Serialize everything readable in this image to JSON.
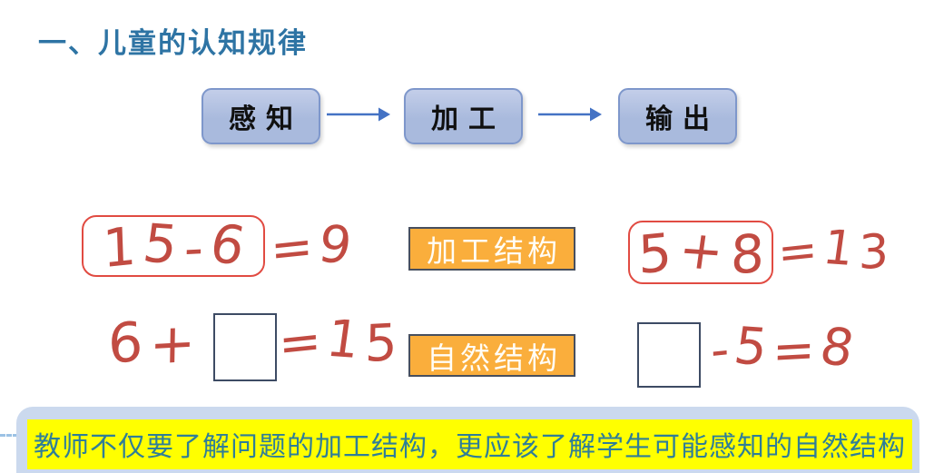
{
  "slide": {
    "title": "一、儿童的认知规律",
    "flow": {
      "steps": [
        {
          "id": "perceive",
          "label": "感知"
        },
        {
          "id": "process",
          "label": "加工"
        },
        {
          "id": "output",
          "label": "输出"
        }
      ]
    },
    "structure_labels": {
      "processing": "加工结构",
      "natural": "自然结构"
    },
    "equations": {
      "row1_left": {
        "boxed": "15-6",
        "rest": "=9"
      },
      "row1_right": {
        "boxed": "5+8",
        "rest": "=13"
      },
      "row2_left": {
        "pre": "6 +",
        "rest": "=15",
        "blank_answer_box": true
      },
      "row2_right": {
        "rest": "-5=8",
        "blank_answer_box": true
      }
    },
    "note": "教师不仅要了解问题的加工结构，更应该了解学生可能感知的自然结构",
    "colors": {
      "title": "#2E74A4",
      "flow_box_fill": "#A9BADD",
      "flow_box_border": "#7E97CB",
      "arrow": "#4472C4",
      "orange_fill": "#FAAE3C",
      "orange_border": "#474F5E",
      "handwriting_red": "#C14B42",
      "red_box_border": "#E14B42",
      "blank_box_border": "#3D4B64",
      "note_bg": "#CBD9EE",
      "note_highlight": "#FFFF00",
      "note_text": "#2F7E98",
      "dash_connector": "#9CC2E5"
    }
  }
}
